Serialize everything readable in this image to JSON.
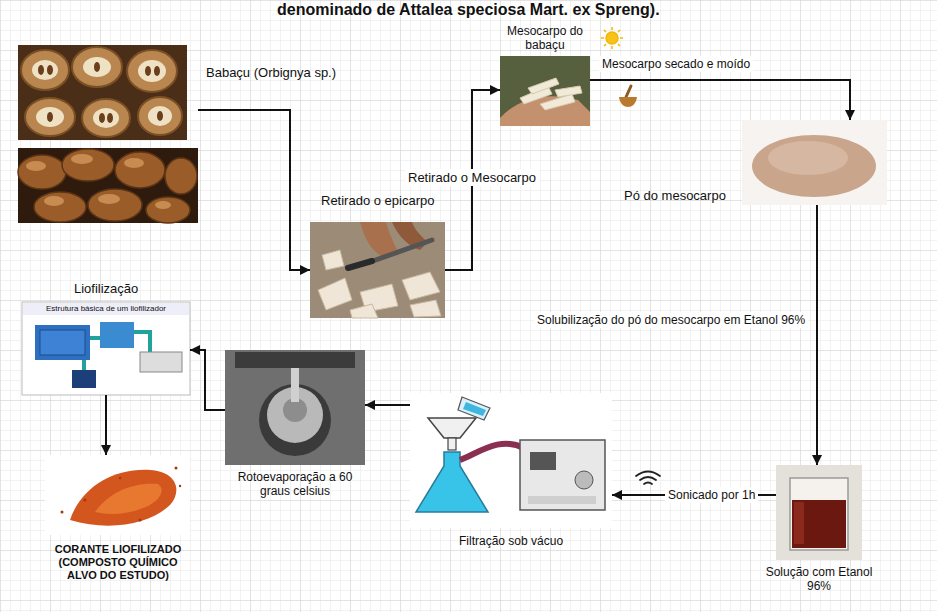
{
  "diagram": {
    "title": "denominado de Attalea speciosa Mart. ex Spreng).",
    "nodes": [
      {
        "text": [
          "Babaçu (Orbignya sp.)"
        ]
      },
      {
        "text": [
          "Retirado o epicarpo"
        ]
      },
      {
        "text": [
          "Mesocarpo do babaçu"
        ]
      },
      {
        "text": [
          "Pó do mesocarpo"
        ]
      },
      {
        "text": [
          "Solução com Etanol 96%"
        ]
      },
      {
        "text": [
          "Filtração sob vácuo"
        ]
      },
      {
        "text": [
          "Rotoevaporação a 60 graus celsius"
        ]
      },
      {
        "text": [
          "Liofilização",
          "Estrutura básica de um liofilizador"
        ]
      },
      {
        "text": [
          "CORANTE LIOFILIZADO (COMPOSTO QUÍMICO ALVO DO ESTUDO)"
        ]
      }
    ],
    "edges": [
      {
        "from": 0,
        "to": 1,
        "arrow": "to"
      },
      {
        "from": 1,
        "to": 2,
        "label": "Retirado o Mesocarpo",
        "arrow": "to"
      },
      {
        "from": 2,
        "to": 3,
        "label": "Mesocarpo secado e moído",
        "arrow": "to"
      },
      {
        "from": 3,
        "to": 4,
        "label": "Solubilização do pó do mesocarpo em Etanol 96%",
        "arrow": "to"
      },
      {
        "from": 4,
        "to": 5,
        "label": "Sonicado por 1h",
        "arrow": "to"
      },
      {
        "from": 5,
        "to": 6,
        "arrow": "to"
      },
      {
        "from": 6,
        "to": 7,
        "arrow": "to"
      },
      {
        "from": 7,
        "to": 8,
        "arrow": "to"
      }
    ]
  }
}
